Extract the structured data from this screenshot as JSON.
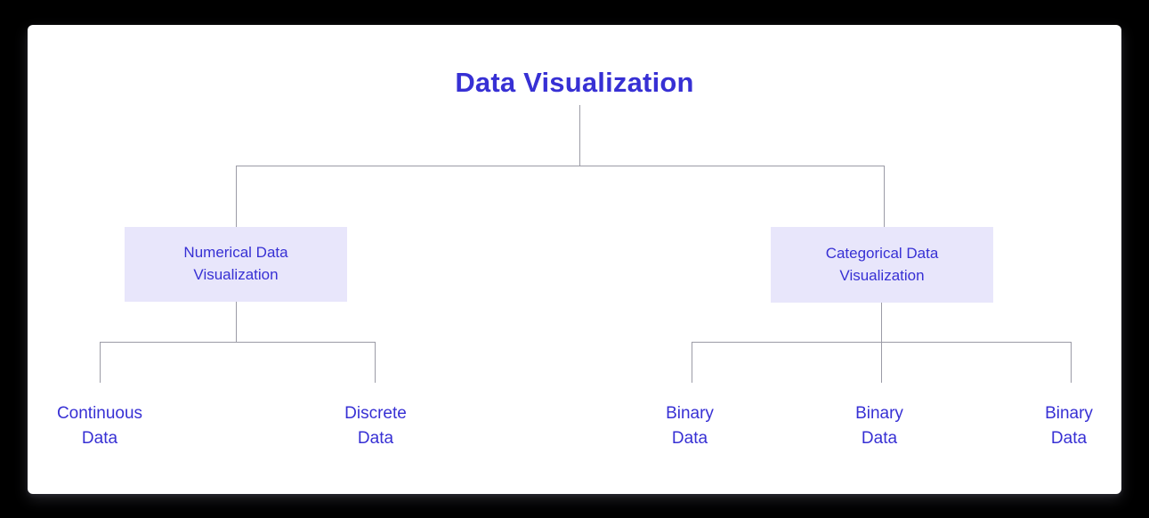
{
  "diagram": {
    "type": "tree-hierarchy",
    "root": {
      "label": "Data Visualization"
    },
    "level2": [
      {
        "label": "Numerical Data\nVisualization"
      },
      {
        "label": "Categorical Data\nVisualization"
      }
    ],
    "leaves": [
      {
        "label": "Continuous\nData",
        "parent": "Numerical Data Visualization"
      },
      {
        "label": "Discrete\nData",
        "parent": "Numerical Data Visualization"
      },
      {
        "label": "Binary\nData",
        "parent": "Categorical Data Visualization"
      },
      {
        "label": "Binary\nData",
        "parent": "Categorical Data Visualization"
      },
      {
        "label": "Binary\nData",
        "parent": "Categorical Data Visualization"
      }
    ],
    "colors": {
      "title_text": "#3730d4",
      "node_text": "#3730d4",
      "node_fill": "#e8e6fb",
      "connector": "#9b9ba6",
      "card_background": "#ffffff",
      "page_background": "#000000"
    }
  }
}
